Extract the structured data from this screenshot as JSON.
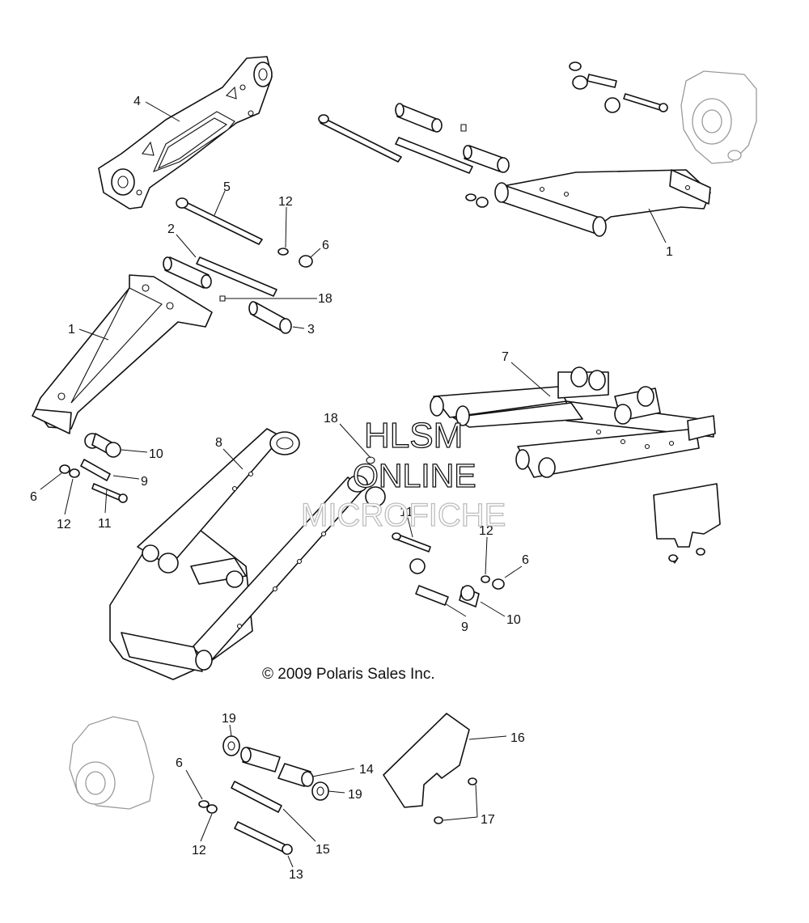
{
  "copyright": "© 2009 Polaris Sales Inc.",
  "watermark": {
    "line1": "HLSM",
    "line2": "ONLINE",
    "line3": "MICROFICHE"
  },
  "callouts": [
    {
      "id": "c4",
      "label": "4"
    },
    {
      "id": "c5",
      "label": "5"
    },
    {
      "id": "c2",
      "label": "2"
    },
    {
      "id": "c12a",
      "label": "12"
    },
    {
      "id": "c6a",
      "label": "6"
    },
    {
      "id": "c18a",
      "label": "18"
    },
    {
      "id": "c3",
      "label": "3"
    },
    {
      "id": "c1a",
      "label": "1"
    },
    {
      "id": "c1b",
      "label": "1"
    },
    {
      "id": "c7",
      "label": "7"
    },
    {
      "id": "c8",
      "label": "8"
    },
    {
      "id": "c18b",
      "label": "18"
    },
    {
      "id": "c10a",
      "label": "10"
    },
    {
      "id": "c9a",
      "label": "9"
    },
    {
      "id": "c6b",
      "label": "6"
    },
    {
      "id": "c12b",
      "label": "12"
    },
    {
      "id": "c11a",
      "label": "11"
    },
    {
      "id": "c11b",
      "label": "11"
    },
    {
      "id": "c12c",
      "label": "12"
    },
    {
      "id": "c6c",
      "label": "6"
    },
    {
      "id": "c9b",
      "label": "9"
    },
    {
      "id": "c10b",
      "label": "10"
    },
    {
      "id": "c19a",
      "label": "19"
    },
    {
      "id": "c14",
      "label": "14"
    },
    {
      "id": "c19b",
      "label": "19"
    },
    {
      "id": "c16",
      "label": "16"
    },
    {
      "id": "c17",
      "label": "17"
    },
    {
      "id": "c6d",
      "label": "6"
    },
    {
      "id": "c12d",
      "label": "12"
    },
    {
      "id": "c15",
      "label": "15"
    },
    {
      "id": "c13",
      "label": "13"
    }
  ]
}
